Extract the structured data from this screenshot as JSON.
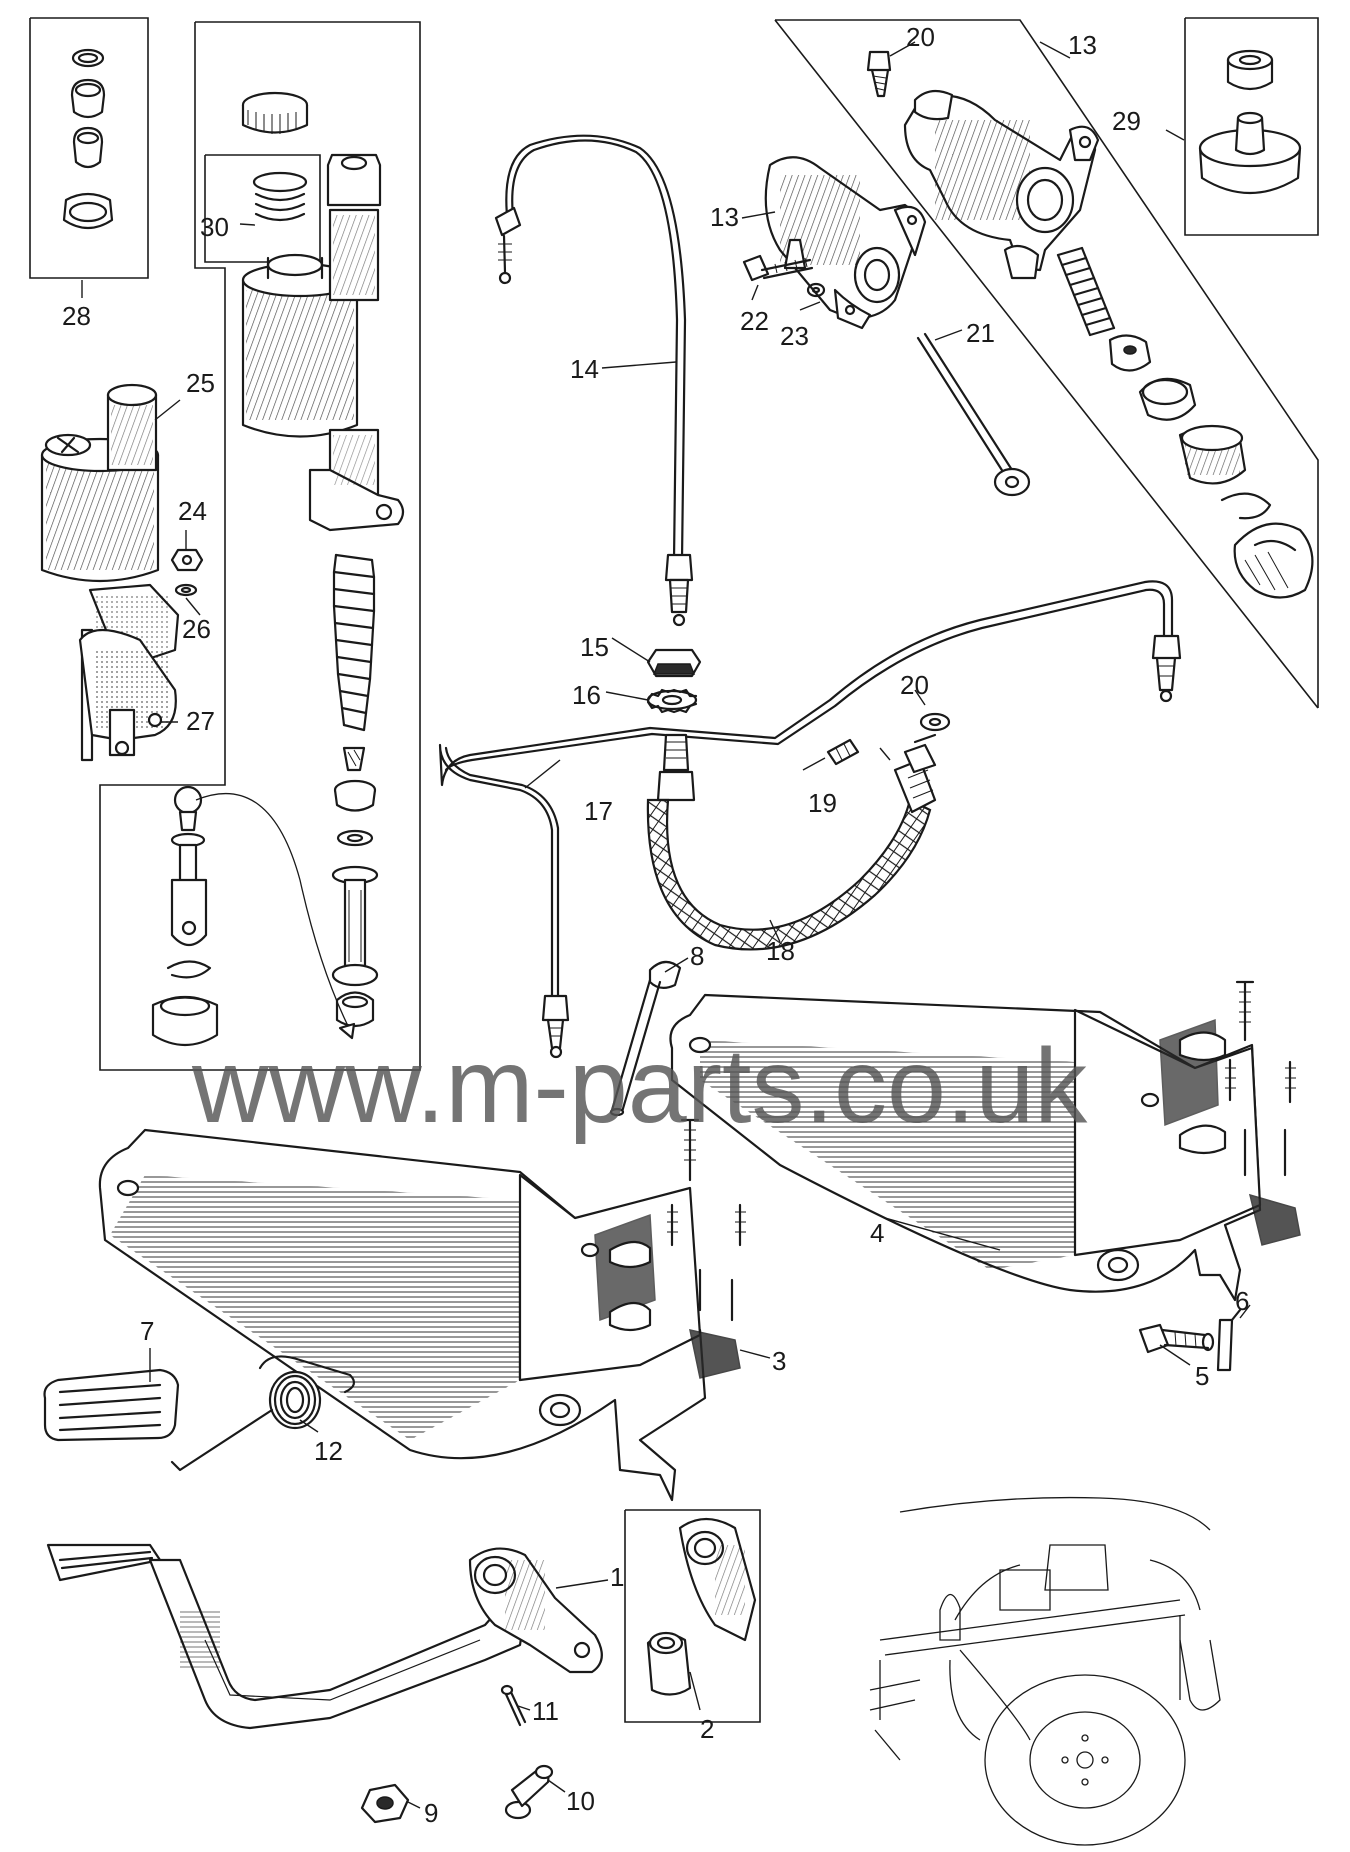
{
  "watermark": "www.m-parts.co.uk",
  "colors": {
    "ink": "#1a1a1a",
    "watermark": "#555555",
    "background": "#ffffff"
  },
  "labels": {
    "1": "1",
    "2": "2",
    "3": "3",
    "4": "4",
    "5": "5",
    "6": "6",
    "7": "7",
    "8": "8",
    "9": "9",
    "10": "10",
    "11": "11",
    "12": "12",
    "13a": "13",
    "13b": "13",
    "14": "14",
    "15": "15",
    "16": "16",
    "17": "17",
    "18": "18",
    "19": "19",
    "20a": "20",
    "20b": "20",
    "21": "21",
    "22": "22",
    "23": "23",
    "24": "24",
    "25": "25",
    "26": "26",
    "27": "27",
    "28": "28",
    "29": "29",
    "30": "30"
  }
}
